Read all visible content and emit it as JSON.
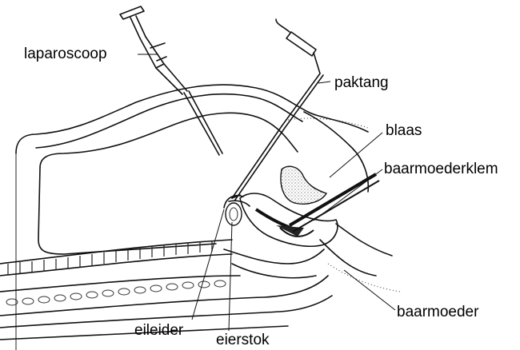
{
  "labels": {
    "laparoscoop": "laparoscoop",
    "paktang": "paktang",
    "blaas": "blaas",
    "baarmoederklem": "baarmoederklem",
    "baarmoeder": "baarmoeder",
    "eileider": "eileider",
    "eierstok": "eierstok"
  },
  "colors": {
    "ink": "#111111",
    "background": "#ffffff",
    "shade": "#888888"
  }
}
